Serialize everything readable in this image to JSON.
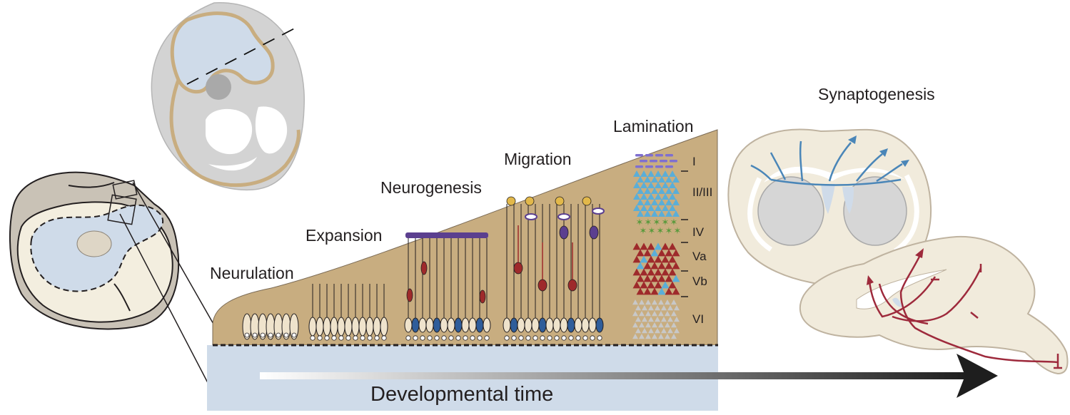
{
  "stages": {
    "neurulation": "Neurulation",
    "expansion": "Expansion",
    "neurogenesis": "Neurogenesis",
    "migration": "Migration",
    "lamination": "Lamination",
    "synaptogenesis": "Synaptogenesis"
  },
  "layers": [
    "I",
    "II/III",
    "IV",
    "Va",
    "Vb",
    "VI"
  ],
  "axis_label": "Developmental time",
  "colors": {
    "tissue": "#c8ad80",
    "ventricle": "#cfdbe9",
    "neuron_blue": "#5aaed8",
    "neuron_red": "#9e2a2b",
    "neuron_green": "#5a9a3c",
    "neuron_purple": "#5b3f8f",
    "neuron_grey": "#c8c8c8",
    "brain_fill": "#f1ebdc",
    "axon_blue": "#4a86b8",
    "axon_red": "#9e2a3c"
  }
}
